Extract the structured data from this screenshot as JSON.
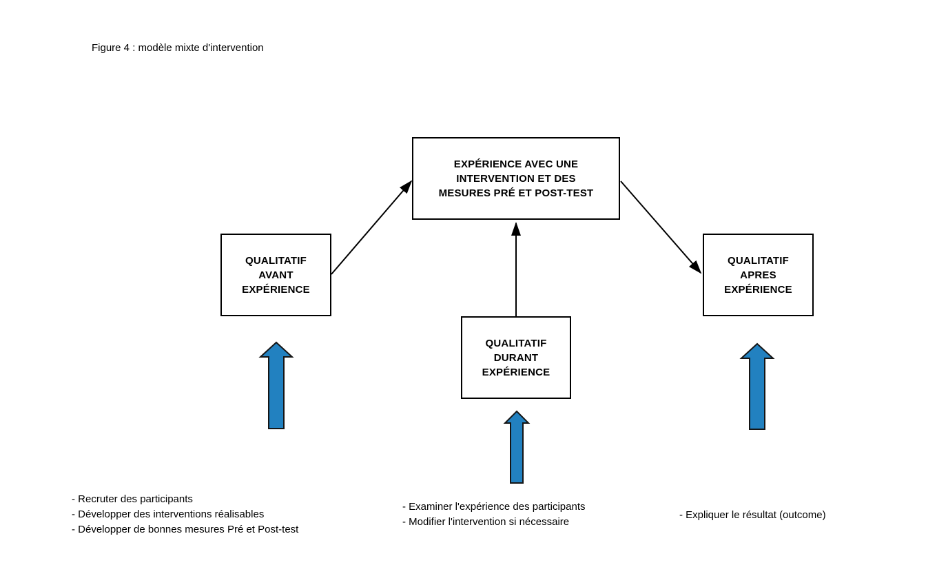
{
  "title": "Figure 4 : modèle mixte d'intervention",
  "colors": {
    "block_arrow_fill": "#2281C0",
    "connector_stroke": "#000000"
  },
  "boxes": {
    "experience": {
      "lines": [
        "EXPÉRIENCE AVEC UNE",
        "INTERVENTION ET DES",
        "MESURES PRÉ ET POST-TEST"
      ]
    },
    "qual_avant": {
      "lines": [
        "QUALITATIF",
        "AVANT",
        "EXPÉRIENCE"
      ]
    },
    "qual_durant": {
      "lines": [
        "QUALITATIF",
        "DURANT",
        "EXPÉRIENCE"
      ]
    },
    "qual_apres": {
      "lines": [
        "QUALITATIF",
        "APRES",
        "EXPÉRIENCE"
      ]
    }
  },
  "notes": {
    "left": [
      "- Recruter des participants",
      "- Développer des interventions réalisables",
      "- Développer de bonnes mesures Pré et Post-test"
    ],
    "center": [
      "- Examiner l'expérience des participants",
      "- Modifier l'intervention si nécessaire"
    ],
    "right": [
      "- Expliquer le résultat (outcome)"
    ]
  }
}
